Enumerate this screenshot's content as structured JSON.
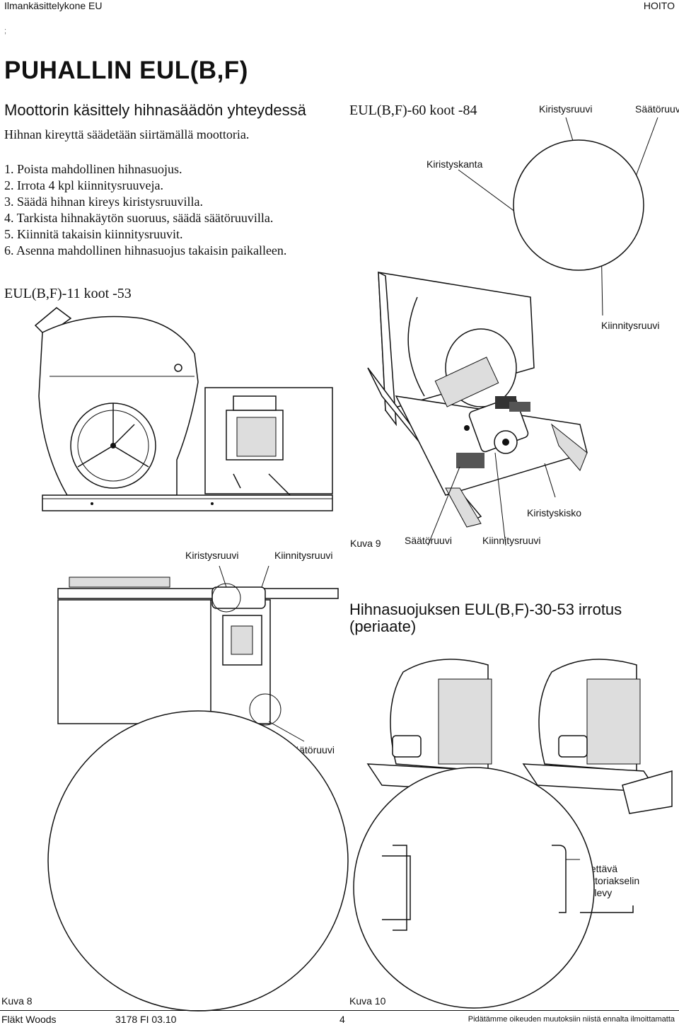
{
  "header": {
    "left": "Ilmankäsittelykone EU",
    "right": "HOITO",
    "marker": ";"
  },
  "title": "PUHALLIN EUL(B,F)",
  "subtitle": "Moottorin käsittely hihnasäädön yhteydessä",
  "intro": "Hihnan kireyttä säädetään siirtämällä moottoria.",
  "steps": [
    "1. Poista mahdollinen hihnasuojus.",
    "2. Irrota 4 kpl kiinnitysruuveja.",
    "3. Säädä hihnan kireys kiristysruuvilla.",
    "4. Tarkista hihnakäytön suoruus, säädä säätöruuvilla.",
    "5. Kiinnitä  takaisin kiinnitysruuvit.",
    "6. Asenna mahdollinen hihnasuojus takaisin paikalleen."
  ],
  "fig_left": {
    "title": "EUL(B,F)-11 koot -53",
    "label_kiristysruuvi": "Kiristysruuvi",
    "label_kiinnitysruuvi": "Kiinnitysruuvi",
    "label_saatoruuvi": "Säätöruuvi",
    "caption": "Kuva 8"
  },
  "fig_right": {
    "title": "EUL(B,F)-60 koot -84",
    "label_kiristysruuvi": "Kiristysruuvi",
    "label_saatoruuvi_top": "Säätöruuvi",
    "label_kiristyskanta": "Kiristyskanta",
    "label_kiinnitysruuvi_side": "Kiinnitysruuvi",
    "label_kiristyskisko": "Kiristyskisko",
    "caption_kuva9": "Kuva 9",
    "label_saatoruuvi_bottom": "Säätöruuvi",
    "label_kiinnitysruuvi_bottom": "Kiinnitysruuvi"
  },
  "fig_cover": {
    "title_line1": "Hihnasuojuksen EUL(B,F)-30-53 irrotus",
    "title_line2": "(periaate)",
    "label_line1": "Siirrettävä",
    "label_line2": "moottoriakselin",
    "label_line3": "peitelevy",
    "caption": "Kuva 10"
  },
  "footer": {
    "company": "Fläkt Woods",
    "doc_code": "3178 FI 03.10",
    "page": "4",
    "notice": "Pidätämme oikeuden muutoksiin niistä ennalta ilmoittamatta"
  }
}
